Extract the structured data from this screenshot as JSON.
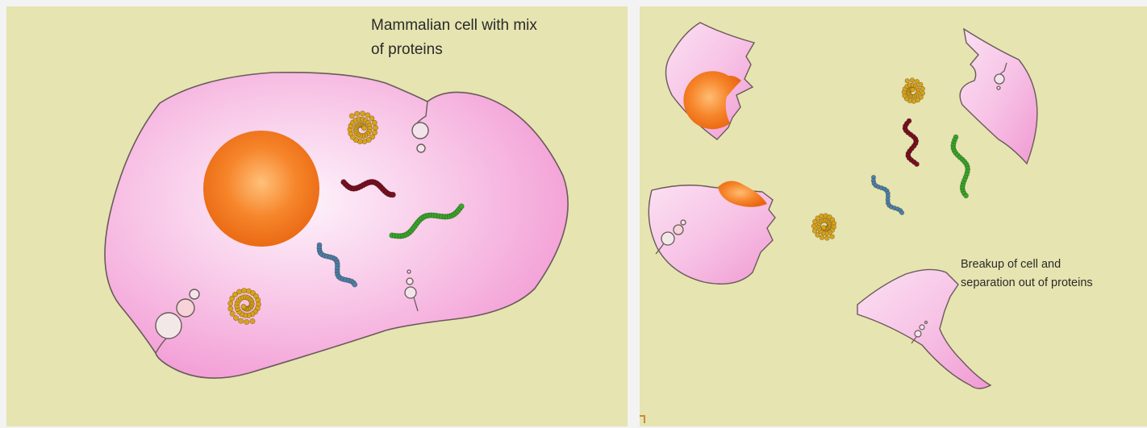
{
  "left_panel": {
    "caption_lines": [
      "Mammalian cell with mix",
      "of proteins"
    ]
  },
  "right_panel": {
    "caption_lines": [
      "Breakup of cell and",
      "separation out of proteins"
    ]
  },
  "colors": {
    "background": "#e6e4b0",
    "cell_pink": "#f6b6e2",
    "cell_outline": "#6a5a5a",
    "nucleus_orange": "#f07a1e",
    "protein_yellow": "#d9a21a",
    "protein_darkred": "#7a1020",
    "protein_green": "#3aa52a",
    "protein_blue": "#4f7fa6"
  }
}
